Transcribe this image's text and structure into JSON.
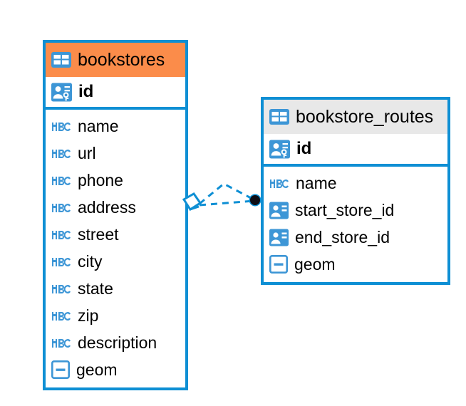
{
  "diagram": {
    "type": "entity-relationship-diagram",
    "background": "#ffffff",
    "colors": {
      "border_blue": "#0e8fd4",
      "header_orange": "#fb8c4a",
      "header_gray": "#e8e8e8",
      "icon_blue": "#3d96d6",
      "connector_blue": "#0e8fd4",
      "endpoint_black": "#0d0d15",
      "text": "#000000"
    },
    "entities": [
      {
        "id": "bookstores",
        "name": "bookstores",
        "header_style": "accent-orange",
        "icon": "table-icon",
        "primary_key": {
          "name": "id",
          "icon": "primary-key-icon"
        },
        "fields": [
          {
            "name": "name",
            "icon": "text-abc-icon"
          },
          {
            "name": "url",
            "icon": "text-abc-icon"
          },
          {
            "name": "phone",
            "icon": "text-abc-icon"
          },
          {
            "name": "address",
            "icon": "text-abc-icon"
          },
          {
            "name": "street",
            "icon": "text-abc-icon"
          },
          {
            "name": "city",
            "icon": "text-abc-icon"
          },
          {
            "name": "state",
            "icon": "text-abc-icon"
          },
          {
            "name": "zip",
            "icon": "text-abc-icon"
          },
          {
            "name": "description",
            "icon": "text-abc-icon"
          },
          {
            "name": "geom",
            "icon": "geometry-icon"
          }
        ]
      },
      {
        "id": "bookstore_routes",
        "name": "bookstore_routes",
        "header_style": "accent-gray",
        "icon": "table-icon",
        "primary_key": {
          "name": "id",
          "icon": "primary-key-icon"
        },
        "fields": [
          {
            "name": "name",
            "icon": "text-abc-icon"
          },
          {
            "name": "start_store_id",
            "icon": "foreign-key-icon"
          },
          {
            "name": "end_store_id",
            "icon": "foreign-key-icon"
          },
          {
            "name": "geom",
            "icon": "geometry-icon"
          }
        ]
      }
    ],
    "relationships": [
      {
        "from": "bookstore_routes.start_store_id",
        "to": "bookstores.id",
        "style": "dashed",
        "source_marker": "filled-circle",
        "target_marker": "open-diamond"
      },
      {
        "from": "bookstore_routes.end_store_id",
        "to": "bookstores.id",
        "style": "dashed",
        "source_marker": "filled-circle",
        "target_marker": "open-diamond"
      }
    ]
  }
}
